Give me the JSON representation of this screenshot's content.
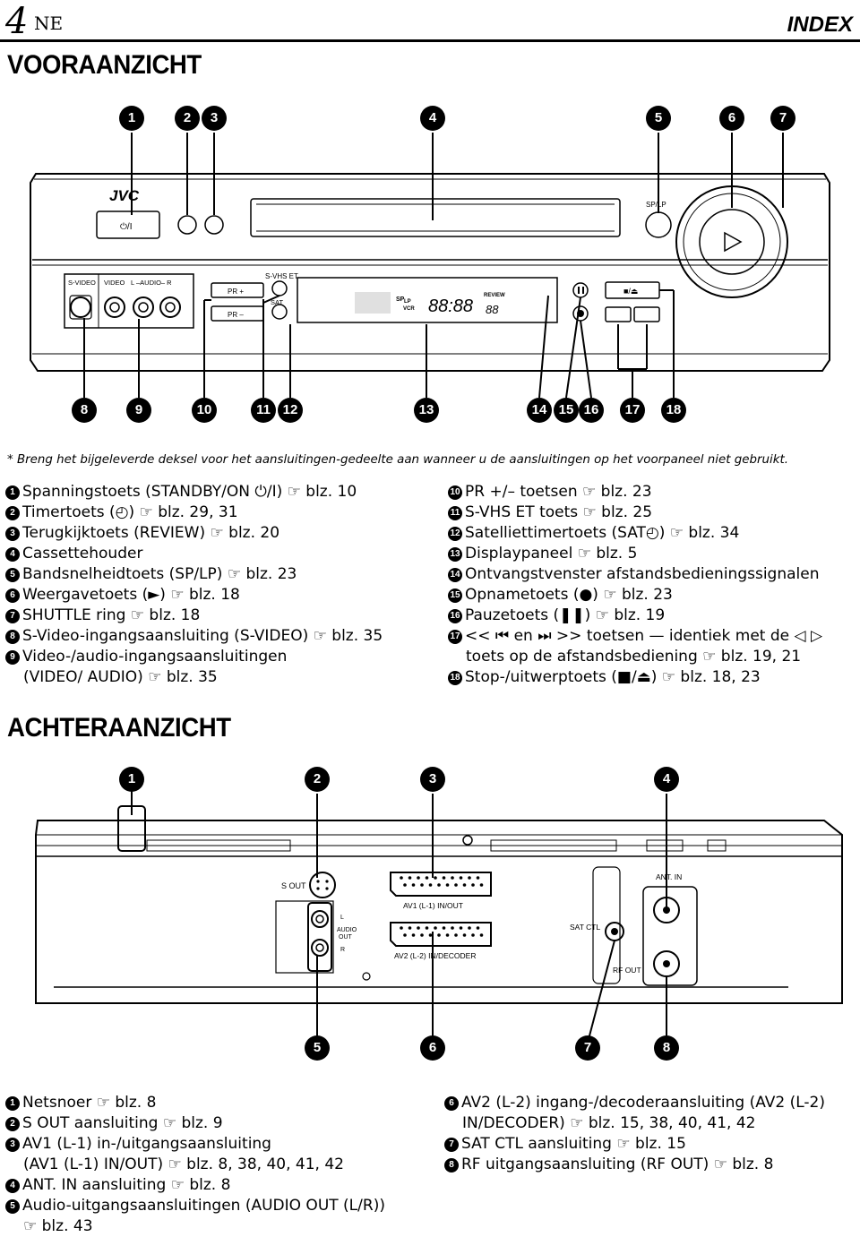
{
  "header": {
    "page_number": "4",
    "language": "NE",
    "section": "INDEX"
  },
  "front": {
    "title": "VOORAANZICHT",
    "callouts_top": [
      "1",
      "2",
      "3",
      "4",
      "5",
      "6",
      "7"
    ],
    "callouts_bottom": [
      "8",
      "9",
      "10",
      "11",
      "12",
      "13",
      "14",
      "15",
      "16",
      "17",
      "18"
    ],
    "panel_labels": {
      "brand": "JVC",
      "power": "⏻/I",
      "sp_vlp": "SP/LP",
      "svideo": "S-VIDEO",
      "video": "VIDEO",
      "audio": "L –AUDIO– R",
      "pr_plus": "PR +",
      "pr_minus": "PR –",
      "svhs_et": "S-VHS ET",
      "sat": "SAT",
      "review": "REVIEW",
      "sp": "SP",
      "lp": "LP",
      "vcr": "VCR",
      "display_digits": "88:88",
      "display_small": "88",
      "stop_eject": "■/⏏"
    },
    "note": "* Breng het bijgeleverde deksel voor het aansluitingen-gedeelte aan wanneer u de aansluitingen op het voorpaneel niet gebruikt.",
    "items_left": [
      {
        "n": "1",
        "text": "Spanningstoets (STANDBY/ON ⏻/I) ☞ blz. 10"
      },
      {
        "n": "2",
        "text": "Timertoets (◴) ☞ blz. 29, 31"
      },
      {
        "n": "3",
        "text": "Terugkijktoets (REVIEW) ☞ blz. 20"
      },
      {
        "n": "4",
        "text": "Cassettehouder"
      },
      {
        "n": "5",
        "text": "Bandsnelheidtoets (SP/LP) ☞ blz. 23"
      },
      {
        "n": "6",
        "text": "Weergavetoets (►) ☞ blz. 18"
      },
      {
        "n": "7",
        "text": "SHUTTLE ring ☞ blz. 18"
      },
      {
        "n": "8",
        "text": "S-Video-ingangsaansluiting (S-VIDEO) ☞ blz. 35"
      },
      {
        "n": "9",
        "text": "Video-/audio-ingangsaansluitingen",
        "cont": "(VIDEO/ AUDIO) ☞ blz. 35"
      }
    ],
    "items_right": [
      {
        "n": "10",
        "text": "PR +/– toetsen ☞ blz. 23"
      },
      {
        "n": "11",
        "text": "S-VHS ET toets ☞ blz. 25"
      },
      {
        "n": "12",
        "text": "Satelliettimertoets (SAT◴) ☞ blz. 34"
      },
      {
        "n": "13",
        "text": "Displaypaneel ☞ blz. 5"
      },
      {
        "n": "14",
        "text": "Ontvangstvenster afstandsbedieningssignalen"
      },
      {
        "n": "15",
        "text": "Opnametoets (●) ☞ blz. 23"
      },
      {
        "n": "16",
        "text": "Pauzetoets (❚❚) ☞ blz. 19"
      },
      {
        "n": "17",
        "text": "<< ⏮ en ⏭ >> toetsen — identiek met de ◁ ▷",
        "cont": "toets op de afstandsbediening ☞ blz. 19, 21"
      },
      {
        "n": "18",
        "text": "Stop-/uitwerptoets (■/⏏) ☞ blz. 18, 23"
      }
    ]
  },
  "rear": {
    "title": "ACHTERAANZICHT",
    "callouts_top": [
      "1",
      "2",
      "3",
      "4"
    ],
    "callouts_bottom": [
      "5",
      "6",
      "7",
      "8"
    ],
    "panel_labels": {
      "s_out": "S OUT",
      "ant_in": "ANT. IN",
      "av1": "AV1 (L-1) IN/OUT",
      "av2": "AV2 (L-2) IN/DECODER",
      "sat_ctl": "SAT CTL",
      "rf_out": "RF OUT",
      "audio_out_l": "L",
      "audio_out_audio": "AUDIO",
      "audio_out_out": "OUT",
      "audio_out_r": "R"
    },
    "items_left": [
      {
        "n": "1",
        "text": "Netsnoer ☞ blz. 8"
      },
      {
        "n": "2",
        "text": "S OUT aansluiting ☞ blz. 9"
      },
      {
        "n": "3",
        "text": "AV1 (L-1) in-/uitgangsaansluiting",
        "cont": "(AV1 (L-1) IN/OUT) ☞ blz. 8, 38, 40, 41, 42"
      },
      {
        "n": "4",
        "text": "ANT. IN aansluiting ☞ blz. 8"
      },
      {
        "n": "5",
        "text": "Audio-uitgangsaansluitingen (AUDIO OUT (L/R))",
        "cont": "☞ blz. 43"
      }
    ],
    "items_right": [
      {
        "n": "6",
        "text": "AV2 (L-2) ingang-/decoderaansluiting (AV2 (L-2)",
        "cont": "IN/DECODER) ☞ blz. 15, 38, 40, 41, 42"
      },
      {
        "n": "7",
        "text": "SAT CTL aansluiting ☞ blz. 15"
      },
      {
        "n": "8",
        "text": "RF uitgangsaansluiting (RF OUT) ☞ blz. 8"
      }
    ]
  }
}
